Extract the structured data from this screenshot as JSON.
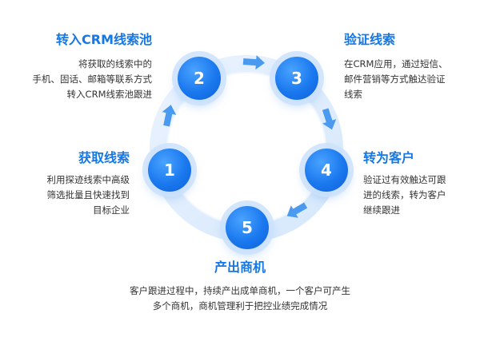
{
  "steps": [
    {
      "number": "1",
      "title": "获取线索",
      "desc": [
        "利用探迹线索中高级",
        "筛选批量且快速找到",
        "目标企业"
      ]
    },
    {
      "number": "2",
      "title": "转入CRM线索池",
      "desc": [
        "将获取的线索中的",
        "手机、固话、邮箱等联系方式",
        "转入CRM线索池跟进"
      ]
    },
    {
      "number": "3",
      "title": "验证线索",
      "desc": [
        "在CRM应用，通过短信、",
        "邮件营销等方式触达验证",
        "线索"
      ]
    },
    {
      "number": "4",
      "title": "转为客户",
      "desc": [
        "验证过有效触达可跟",
        "进的线索，转为客户",
        "继续跟进"
      ]
    },
    {
      "number": "5",
      "title": "产出商机",
      "desc": [
        "客户跟进过程中，持续产出成单商机，一个客户可产生",
        "多个商机，商机管理利于把控业绩完成情况"
      ]
    }
  ],
  "colors": {
    "accent": "#1677e6",
    "ring": "#dcebfc",
    "arrow": "#4a9af0",
    "text": "#333333"
  }
}
